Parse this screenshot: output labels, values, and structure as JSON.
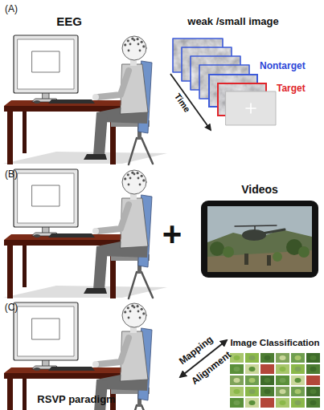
{
  "diagram": {
    "nodes": [
      {
        "text": [
          "Nontarget"
        ]
      },
      {
        "text": [
          "Target"
        ]
      },
      {
        "text": [
          "Videos"
        ]
      },
      {
        "text": [
          "Image Classification"
        ]
      }
    ],
    "labels": [
      "(A)",
      "EEG",
      "weak /small image",
      "Time",
      "(B)",
      "+",
      "(C)",
      "RSVP paradigm",
      "Mapping",
      "Alignment"
    ]
  }
}
